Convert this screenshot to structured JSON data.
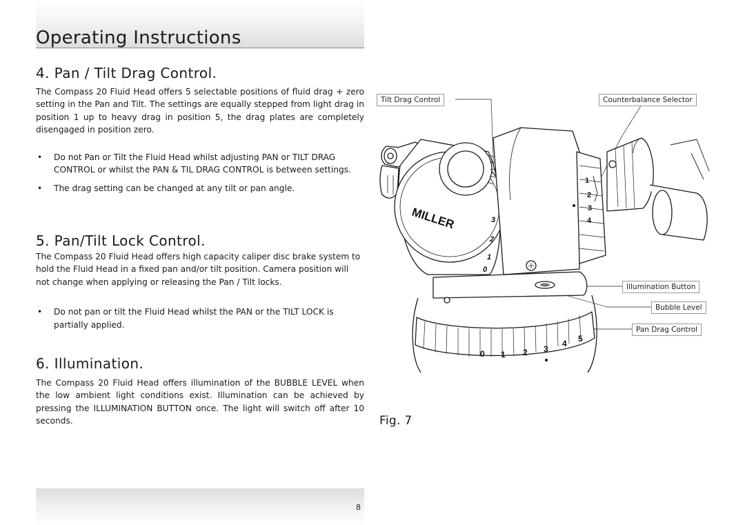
{
  "header": {
    "title": "Operating Instructions"
  },
  "sections": [
    {
      "heading": "4. Pan / Tilt Drag Control.",
      "paragraph": "The Compass 20 Fluid Head offers 5 selectable positions of fluid drag + zero setting in the Pan and Tilt. The settings are equally stepped from light drag in position 1 up to heavy drag in position 5, the drag plates are completely disengaged in position zero.",
      "bullets": [
        "Do not Pan or Tilt the Fluid Head whilst adjusting PAN or TILT DRAG CONTROL or whilst the PAN & TIL DRAG CONTROL is between settings.",
        "The drag setting can be changed at any tilt or pan angle."
      ]
    },
    {
      "heading": "5. Pan/Tilt Lock Control.",
      "paragraph": "The Compass 20 Fluid Head offers high capacity caliper disc brake system to hold the Fluid Head in a fixed pan and/or tilt position. Camera position will not change when applying or releasing the Pan / Tilt locks.",
      "bullets": [
        "Do not pan or tilt the Fluid Head whilst the PAN or the TILT LOCK is partially applied."
      ]
    },
    {
      "heading": "6. Illumination.",
      "paragraph": "The Compass 20 Fluid Head offers illumination of the BUBBLE LEVEL when the low ambient light conditions exist. Illumination can be achieved by pressing the ILLUMINATION BUTTON once. The light will switch off after 10 seconds."
    }
  ],
  "figure": {
    "caption": "Fig. 7",
    "callouts": {
      "tilt_drag": "Tilt Drag Control",
      "counterbalance": "Counterbalance Selector",
      "illumination": "Illumination Button",
      "bubble": "Bubble Level",
      "pan_drag": "Pan Drag Control"
    },
    "logo_text": "MILLER",
    "tilt_scale": [
      "3",
      "2",
      "1",
      "0"
    ],
    "counterbalance_scale": [
      "1",
      "2",
      "3",
      "4"
    ],
    "pan_scale": [
      "0",
      "1",
      "2",
      "3",
      "4",
      "5"
    ]
  },
  "footer": {
    "page_number": "8"
  }
}
